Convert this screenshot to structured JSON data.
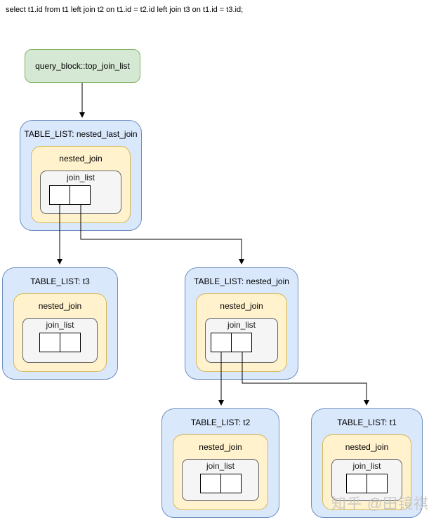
{
  "sql_query": "select t1.id from t1 left join t2 on t1.id = t2.id left join t3 on t1.id = t3.id;",
  "root": {
    "label": "query_block::top_join_list"
  },
  "nodes": [
    {
      "title": "TABLE_LIST: nested_last_join",
      "inner_label": "nested_join",
      "list_label": "join_list",
      "slots": 2
    },
    {
      "title": "TABLE_LIST: t3",
      "inner_label": "nested_join",
      "list_label": "join_list",
      "slots": 2
    },
    {
      "title": "TABLE_LIST: nested_join",
      "inner_label": "nested_join",
      "list_label": "join_list",
      "slots": 2
    },
    {
      "title": "TABLE_LIST: t2",
      "inner_label": "nested_join",
      "list_label": "join_list",
      "slots": 2
    },
    {
      "title": "TABLE_LIST: t1",
      "inner_label": "nested_join",
      "list_label": "join_list",
      "slots": 2
    }
  ],
  "edges": [
    {
      "from": "query_block::top_join_list",
      "to": "TABLE_LIST: nested_last_join"
    },
    {
      "from": "TABLE_LIST: nested_last_join (left slot)",
      "to": "TABLE_LIST: t3"
    },
    {
      "from": "TABLE_LIST: nested_last_join (right slot)",
      "to": "TABLE_LIST: nested_join"
    },
    {
      "from": "TABLE_LIST: nested_join (left slot)",
      "to": "TABLE_LIST: t2"
    },
    {
      "from": "TABLE_LIST: nested_join (right slot)",
      "to": "TABLE_LIST: t1"
    }
  ],
  "watermark": "知乎 @田镜祺",
  "colors": {
    "root_fill": "#d5e8d4",
    "root_border": "#82b366",
    "table_list_fill": "#dae8fc",
    "table_list_border": "#6c8ebf",
    "nested_join_fill": "#fff2cc",
    "nested_join_border": "#d6b656",
    "join_list_fill": "#f5f5f5",
    "join_list_border": "#666666",
    "slot_fill": "#ffffff",
    "connector": "#000000"
  }
}
